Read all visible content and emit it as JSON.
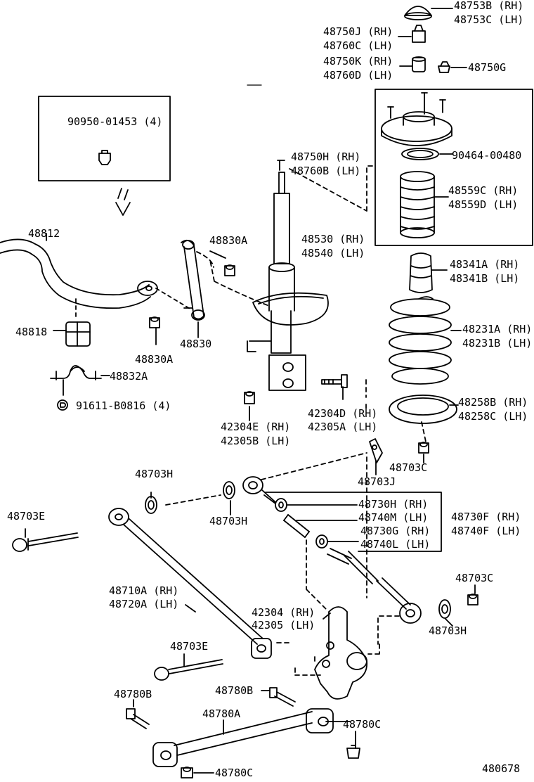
{
  "diagram": {
    "drawing_id": "480678",
    "inset_label": "90950-01453 (4)",
    "part_labels": [
      "48753B (RH)",
      "48753C (LH)",
      "48750J (RH)",
      "48760C (LH)",
      "48750K (RH)",
      "48760D (LH)",
      "48750G",
      "48750H (RH)",
      "48760B (LH)",
      "90464-00480",
      "48559C (RH)",
      "48559D (LH)",
      "48812",
      "48830A",
      "48530 (RH)",
      "48540 (LH)",
      "48341A (RH)",
      "48341B (LH)",
      "48818",
      "48830A",
      "48830",
      "48231A (RH)",
      "48231B (LH)",
      "48832A",
      "91611-B0816 (4)",
      "42304D (RH)",
      "42305A (LH)",
      "48258B (RH)",
      "48258C (LH)",
      "42304E (RH)",
      "42305B (LH)",
      "48703C",
      "48703J",
      "48703H",
      "48703H",
      "48730H (RH)",
      "48740M (LH)",
      "48730F (RH)",
      "48740F (LH)",
      "48703E",
      "48730G (RH)",
      "48740L (LH)",
      "48703C",
      "48710A (RH)",
      "48720A (LH)",
      "42304 (RH)",
      "42305 (LH)",
      "48703H",
      "48703E",
      "48780B",
      "48780B",
      "48780A",
      "48780C",
      "48780C"
    ]
  }
}
